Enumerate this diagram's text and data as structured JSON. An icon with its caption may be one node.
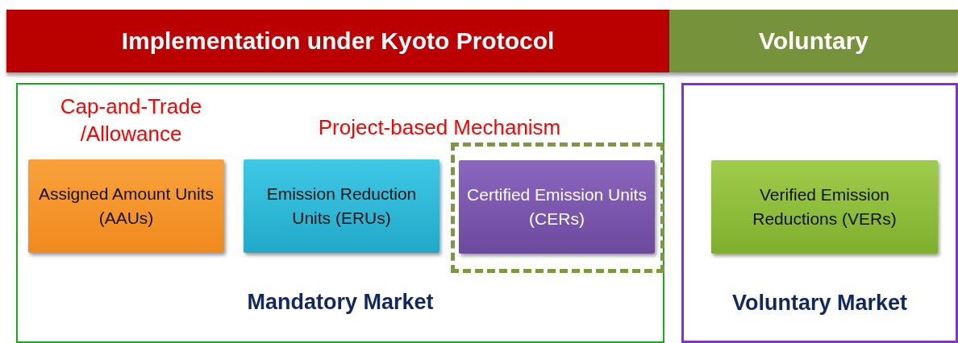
{
  "diagram": {
    "nodes": [
      {
        "text": [
          "Implementation under Kyoto Protocol"
        ]
      },
      {
        "text": [
          "Voluntary"
        ]
      },
      {
        "text": [
          "Mandatory Market"
        ]
      },
      {
        "text": [
          "Assigned Amount Units (AAUs)"
        ],
        "in": 2
      },
      {
        "text": [
          "Emission Reduction Units (ERUs)"
        ],
        "in": 2
      },
      {
        "text": [],
        "shape": "box",
        "in": 2
      },
      {
        "text": [
          "Certified Emission Units (CERs)"
        ],
        "in": 5
      },
      {
        "text": [
          "Voluntary Market"
        ]
      },
      {
        "text": [
          "Verified Emission Reductions (VERs)"
        ],
        "in": 7
      }
    ],
    "edges": [],
    "labels": [
      "Cap-and-Trade /Allowance",
      "Project-based Mechanism"
    ]
  }
}
